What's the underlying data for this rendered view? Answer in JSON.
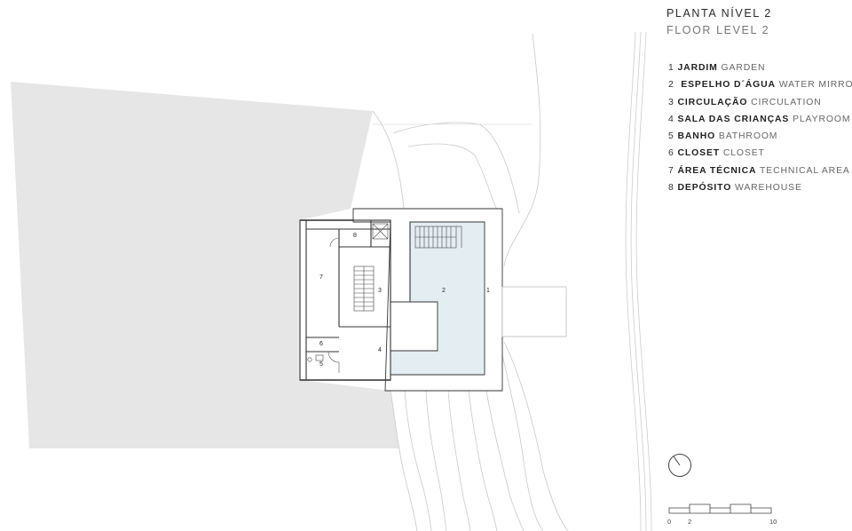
{
  "header": {
    "title": "PLANTA NÍVEL 2",
    "subtitle": "FLOOR LEVEL 2"
  },
  "legend": [
    {
      "num": "1",
      "pt": "JARDIM",
      "en": "GARDEN"
    },
    {
      "num": "2",
      "pt": "ESPELHO D´ÁGUA",
      "en": "WATER MIRROR"
    },
    {
      "num": "3",
      "pt": "CIRCULAÇÃO",
      "en": "CIRCULATION"
    },
    {
      "num": "4",
      "pt": "SALA DAS CRIANÇAS",
      "en": "PLAYROOM"
    },
    {
      "num": "5",
      "pt": "BANHO",
      "en": "BATHROOM"
    },
    {
      "num": "6",
      "pt": "CLOSET",
      "en": "CLOSET"
    },
    {
      "num": "7",
      "pt": "ÁREA TÉCNICA",
      "en": "TECHNICAL AREA"
    },
    {
      "num": "8",
      "pt": "DEPÓSITO",
      "en": "WAREHOUSE"
    }
  ],
  "plan_labels": [
    "1",
    "2",
    "3",
    "4",
    "5",
    "6",
    "7",
    "8"
  ],
  "scale_bar": {
    "labels": [
      "0",
      "2",
      "10"
    ]
  },
  "colors": {
    "terrain": "#e6e6e6",
    "water": "#e4eef2",
    "lines": "#333333",
    "contours": "#c8c8c8"
  },
  "icons": {
    "north": "north-arrow-icon"
  }
}
